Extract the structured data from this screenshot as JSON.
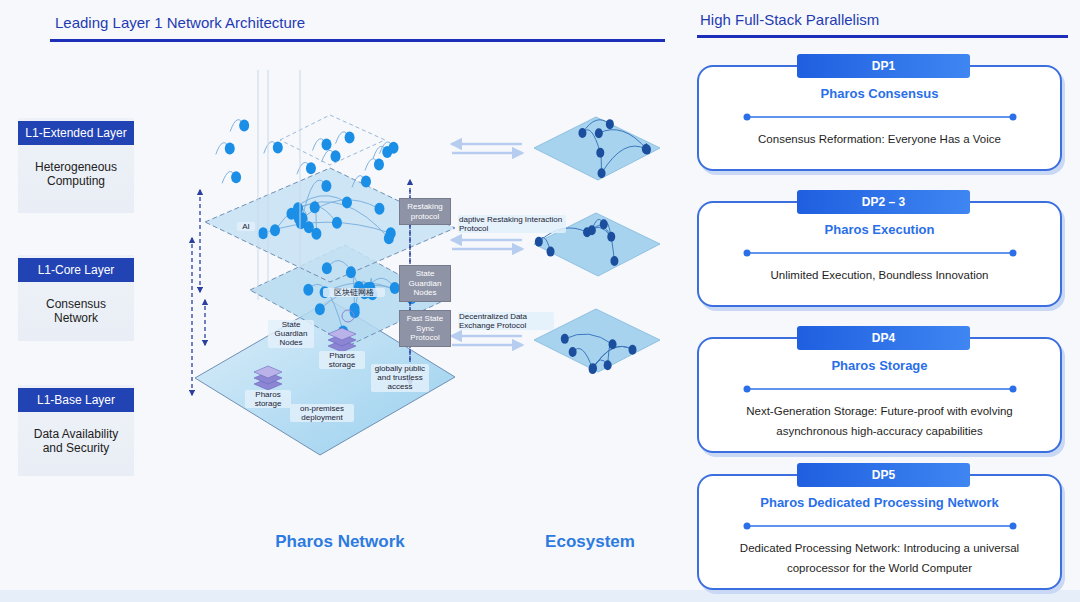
{
  "diagram": {
    "title": "Leading Layer 1 Network Architecture",
    "nodes": [
      {
        "text": [
          "L1-Extended Layer",
          "Heterogeneous Computing"
        ]
      },
      {
        "text": [
          "L1-Core Layer",
          "Consensus Network"
        ]
      },
      {
        "text": [
          "L1-Base Layer",
          "Data Availability and Security"
        ]
      },
      {
        "text": [
          "Restaking protocol"
        ]
      },
      {
        "text": [
          "State Guardian Nodes"
        ]
      },
      {
        "text": [
          "Fast State Sync Protocol"
        ]
      },
      {
        "text": [
          "Pharos Consensus",
          "Consensus Reformation: Everyone Has a Voice"
        ]
      },
      {
        "text": [
          "DP1"
        ],
        "in": 6
      },
      {
        "text": [
          "Pharos Execution",
          "Unlimited Execution, Boundless Innovation"
        ]
      },
      {
        "text": [
          "DP2 – 3"
        ],
        "in": 8
      },
      {
        "text": [
          "Pharos Storage",
          "Next-Generation Storage: Future-proof with evolving asynchronous high-accuracy capabilities"
        ]
      },
      {
        "text": [
          "DP4"
        ],
        "in": 10
      },
      {
        "text": [
          "Pharos Dedicated Processing Network",
          "Dedicated Processing Network: Introducing a universal coprocessor for the World Computer"
        ]
      },
      {
        "text": [
          "DP5"
        ],
        "in": 12
      }
    ],
    "labels": [
      "High Full-Stack Parallelism",
      "AI",
      "区块链网格",
      "State Guardian Nodes",
      "Pharos storage",
      "Pharos storage",
      "on-premises deployment",
      "globally public and trustless access",
      "daptive Restaking Interaction Protocol",
      "Decentralized Data Exchange Protocol",
      "Pharos Network",
      "Ecosystem"
    ]
  }
}
